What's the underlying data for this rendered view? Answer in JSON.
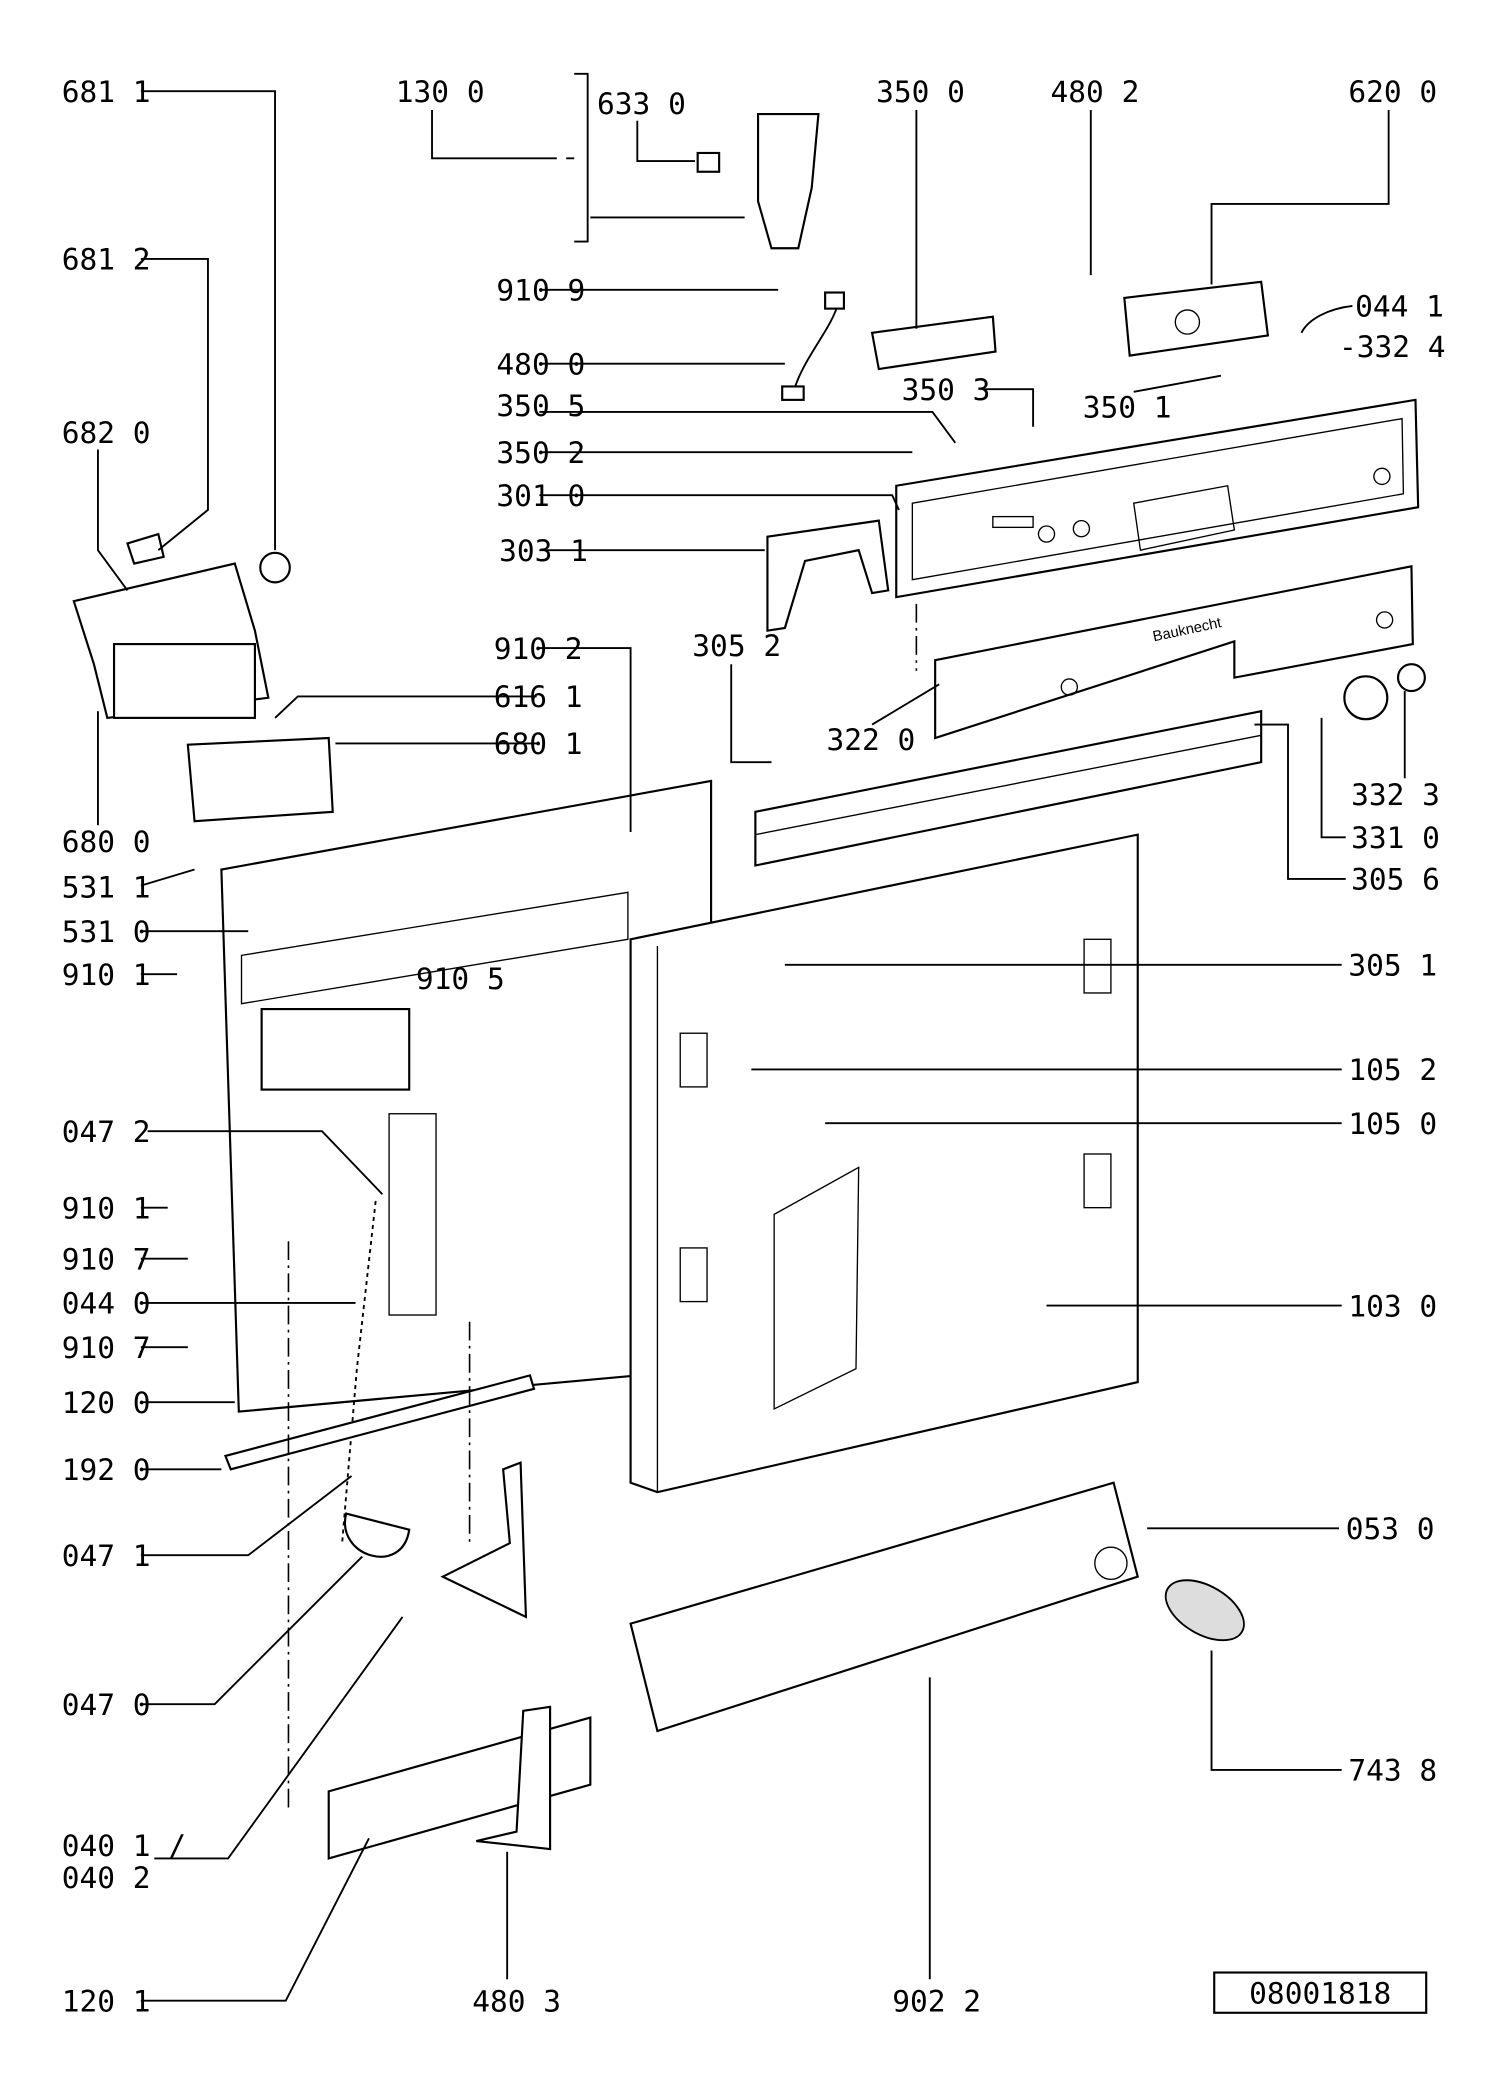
{
  "diagram": {
    "labels": [
      "681 1",
      "681 2",
      "682 0",
      "130 0",
      "633 0",
      "350 0",
      "480 2",
      "620 0",
      "910 9",
      "480 0",
      "350 5",
      "350 2",
      "301 0",
      "303 1",
      "350 3",
      "350 1",
      "044 1",
      "-332 4",
      "910 2",
      "305 2",
      "616 1",
      "680 1",
      "322 0",
      "332 3",
      "331 0",
      "305 6",
      "680 0",
      "531 1",
      "531 0",
      "910 1",
      "910 5",
      "305 1",
      "105 2",
      "105 0",
      "047 2",
      "910 1",
      "910 7",
      "044 0",
      "910 7",
      "120 0",
      "103 0",
      "192 0",
      "047 1",
      "053 0",
      "047 0",
      "743 8",
      "040 1 /",
      "040 2",
      "120 1",
      "480 3",
      "902 2"
    ],
    "drawing_number": "08001818",
    "brand_on_panel": "Bauknecht"
  }
}
